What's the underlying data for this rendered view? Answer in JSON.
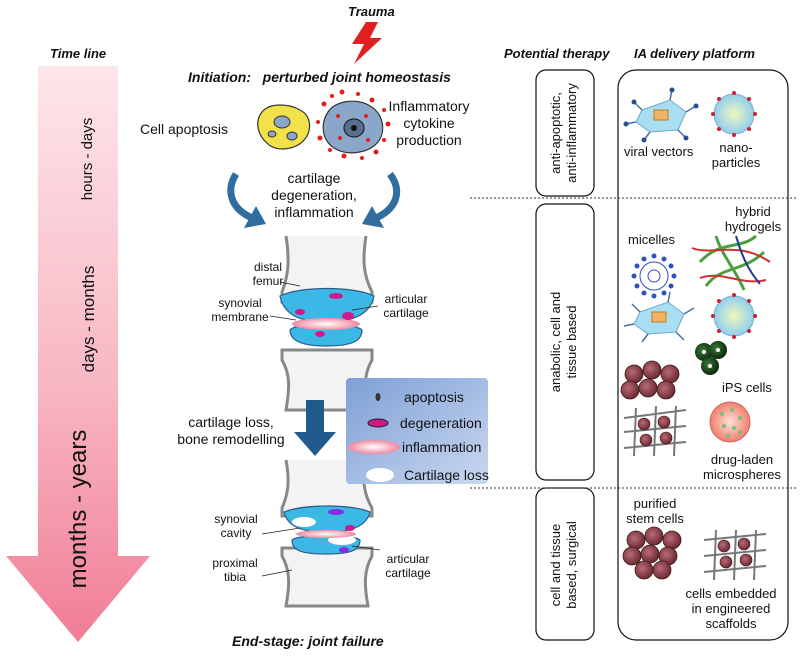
{
  "header": {
    "trauma": "Trauma",
    "time_line": "Time line",
    "initiation": "Initiation:   perturbed joint homeostasis",
    "potential_therapy": "Potential therapy",
    "ia_delivery_platform": "IA delivery platform"
  },
  "timeline": {
    "phase1": "hours - days",
    "phase2": "days - months",
    "phase3": "months - years"
  },
  "process": {
    "cell_apoptosis": "Cell apoptosis",
    "inflammatory": [
      "Inflammatory",
      "cytokine",
      "production"
    ],
    "cartilage_degeneration": [
      "cartilage",
      "degeneration,",
      "inflammation"
    ],
    "cartilage_loss": [
      "cartilage loss,",
      "bone remodelling"
    ],
    "end_stage": "End-stage: joint failure"
  },
  "joint_labels": {
    "distal_femur": [
      "distal",
      "femur"
    ],
    "synovial_membrane": [
      "synovial",
      "membrane"
    ],
    "articular_cartilage_1": [
      "articular",
      "cartilage"
    ],
    "synovial_cavity": [
      "synovial",
      "cavity"
    ],
    "proximal_tibia": [
      "proximal",
      "tibia"
    ],
    "articular_cartilage_2": [
      "articular",
      "cartilage"
    ]
  },
  "legend": {
    "apoptosis": "apoptosis",
    "degeneration": "degeneration",
    "inflammation": "inflammation",
    "cartilage_loss": "Cartilage loss"
  },
  "therapy": {
    "t1": [
      "anti-apoptotic,",
      "anti-inflammatory"
    ],
    "t2": [
      "anabolic, cell and",
      "tissue based"
    ],
    "t3": [
      "cell and tissue",
      "based, surgical"
    ]
  },
  "platforms": {
    "viral_vectors": "viral vectors",
    "nanoparticles": [
      "nano-",
      "particles"
    ],
    "micelles": "micelles",
    "hybrid_hydrogels": [
      "hybrid",
      "hydrogels"
    ],
    "ips_cells": "iPS cells",
    "drug_laden": [
      "drug-laden",
      "microspheres"
    ],
    "purified_stem_cells": [
      "purified",
      "stem cells"
    ],
    "cells_embedded": [
      "cells embedded",
      "in engineered",
      "scaffolds"
    ]
  },
  "colors": {
    "arrow_pink": "#f4a0b0",
    "cartilage_blue": "#3bb8e6",
    "magenta": "#cc1a8c",
    "legend_blue": "#9db8e0",
    "dark_arrow": "#1f5a8a",
    "lightning_red": "#e02020"
  }
}
